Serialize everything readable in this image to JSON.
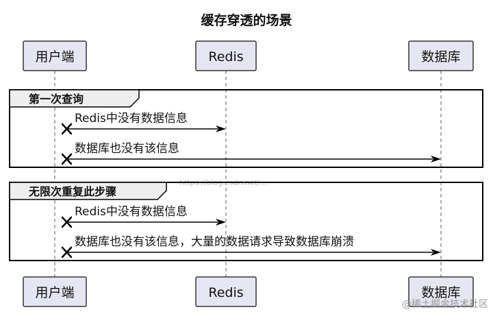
{
  "title": "缓存穿透的场景",
  "participants": [
    "用户端",
    "Redis",
    "数据库"
  ],
  "frames": [
    {
      "label": "第一次查询",
      "messages": [
        {
          "from": 0,
          "to": 1,
          "text": "Redis中没有数据信息"
        },
        {
          "from": 0,
          "to": 2,
          "text": "数据库也没有该信息"
        }
      ]
    },
    {
      "label": "无限次重复此步骤",
      "messages": [
        {
          "from": 0,
          "to": 1,
          "text": "Redis中没有数据信息"
        },
        {
          "from": 0,
          "to": 2,
          "text": "数据库也没有该信息，大量的数据请求导致数据库崩溃"
        }
      ]
    }
  ],
  "watermark": "@稀土掘金技术社区",
  "watermark_faint": "https://blog.csdn.net/..."
}
